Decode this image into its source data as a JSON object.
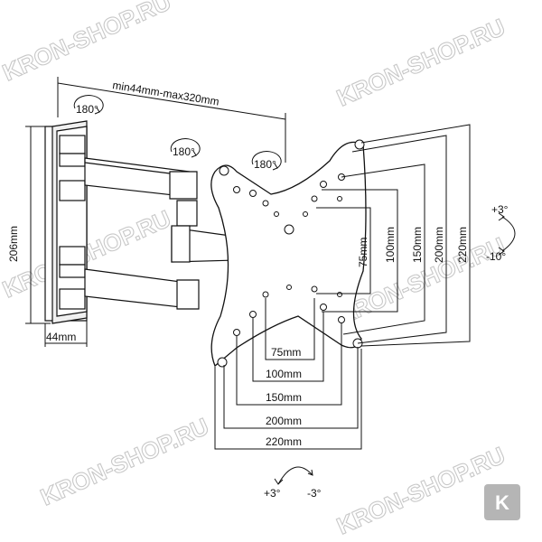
{
  "watermark": "KRON-SHOP.RU",
  "badge": "K",
  "dimensions": {
    "arm_reach": "min44mm-max320mm",
    "wall_height": "206mm",
    "wall_depth": "44mm",
    "swivel_1": "180°",
    "swivel_2": "180°",
    "swivel_3": "180°",
    "tilt_up": "+3°",
    "tilt_down": "-10°",
    "rotate_left": "+3°",
    "rotate_right": "-3°"
  },
  "vesa_horizontal": [
    "75mm",
    "100mm",
    "150mm",
    "200mm",
    "220mm"
  ],
  "vesa_vertical": [
    "75mm",
    "100mm",
    "150mm",
    "200mm",
    "220mm"
  ],
  "colors": {
    "ink": "#111111",
    "bracket_fill": "#ffffff",
    "wall_plate": "#e8e8e8",
    "badge": "#b5b5b5",
    "watermark_stroke": "#c8c8c8"
  }
}
